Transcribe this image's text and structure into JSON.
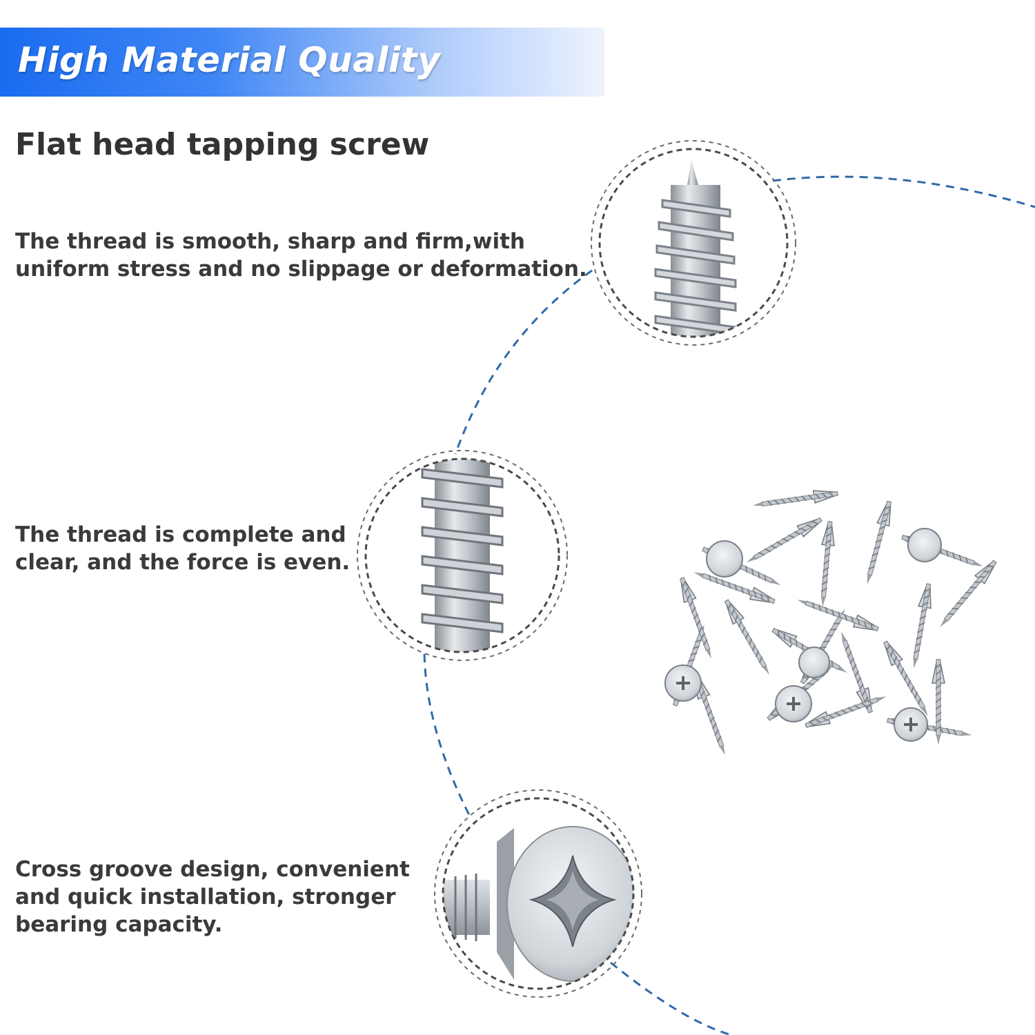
{
  "banner": {
    "title": "High Material Quality"
  },
  "product": {
    "title": "Flat head tapping screw"
  },
  "features": [
    {
      "lines": [
        "The thread is smooth, sharp and firm,with",
        "uniform stress and no slippage or deformation."
      ]
    },
    {
      "lines": [
        "The thread is complete and",
        "clear, and the force is even."
      ]
    },
    {
      "lines": [
        "Cross groove design, convenient",
        "and quick installation, stronger",
        "bearing capacity."
      ]
    }
  ],
  "colors": {
    "banner_start": "#1a6cf0",
    "arc": "#2f6aa8",
    "text": "#333333"
  }
}
